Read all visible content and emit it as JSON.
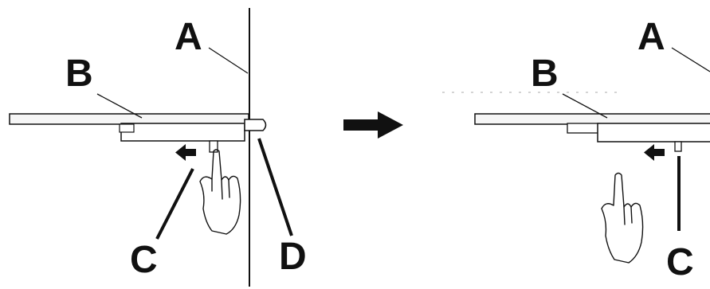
{
  "colors": {
    "ink": "#111111",
    "background": "#ffffff",
    "part_fill": "#f6f6f6"
  },
  "left_panel": {
    "labels": {
      "a": "A",
      "b": "B",
      "c": "C",
      "d": "D"
    },
    "arrow_icon": "arrow-left-icon",
    "hand_icon": "hand-pointing-up-icon"
  },
  "transition_arrow_icon": "arrow-right-icon",
  "right_panel": {
    "labels": {
      "a": "A",
      "b": "B",
      "c": "C"
    },
    "arrow_icon": "arrow-left-icon",
    "hand_icon": "hand-pointing-up-icon"
  }
}
